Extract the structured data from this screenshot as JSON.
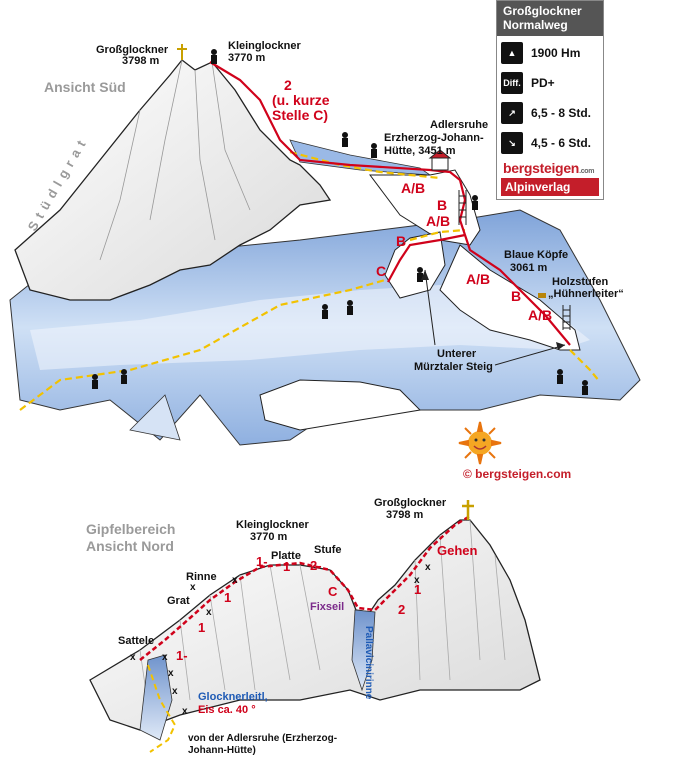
{
  "colors": {
    "route": "#d0021b",
    "path": "#f2c200",
    "ice": "#a9c3e8",
    "rock": "#f2f2f2",
    "outline": "#222"
  },
  "infobox": {
    "title_line1": "Großglockner",
    "title_line2": "Normalweg",
    "rows": [
      {
        "icon": "elevation-icon",
        "icon_text": "",
        "value": "1900 Hm"
      },
      {
        "icon": "difficulty-icon",
        "icon_text": "Diff.",
        "value": "PD+"
      },
      {
        "icon": "ascent-time-icon",
        "icon_text": "",
        "value": "6,5 - 8 Std."
      },
      {
        "icon": "descent-time-icon",
        "icon_text": "",
        "value": "4,5 - 6 Std."
      }
    ],
    "logo_bergsteigen": "bergsteigen",
    "logo_bergsteigen_suffix": ".com",
    "logo_alpinverlag": "Alpinverlag"
  },
  "south": {
    "view_title": "Ansicht Süd",
    "ridge_label": "S t ü d l g r a t",
    "grossglockner": {
      "name": "Großglockner",
      "alt": "3798 m"
    },
    "kleinglockner": {
      "name": "Kleinglockner",
      "alt": "3770 m"
    },
    "grade_top": {
      "line1": "2",
      "line2": "(u. kurze",
      "line3": "Stelle C)"
    },
    "hut": {
      "line1": "Adlersruhe",
      "line2": "Erzherzog-Johann-",
      "line3": "Hütte, 3451 m"
    },
    "blaue_koepfe": {
      "name": "Blaue Köpfe",
      "alt": "3061 m"
    },
    "holzstufen": {
      "line1": "Holzstufen",
      "line2": "„Hühnerleiter“"
    },
    "steig": {
      "line1": "Unterer",
      "line2": "Mürztaler Steig"
    },
    "grades": [
      "A/B",
      "B",
      "A/B",
      "B",
      "C",
      "A/B",
      "B",
      "A/B"
    ],
    "copyright": "© bergsteigen.com"
  },
  "north": {
    "view_title_line1": "Gipfelbereich",
    "view_title_line2": "Ansicht Nord",
    "kleinglockner": {
      "name": "Kleinglockner",
      "alt": "3770 m"
    },
    "grossglockner": {
      "name": "Großglockner",
      "alt": "3798 m"
    },
    "features": {
      "sattele": "Sattele",
      "grat": "Grat",
      "rinne": "Rinne",
      "platte": "Platte",
      "stufe": "Stufe",
      "fixseil": "Fixseil",
      "pallavicini": "Pallavicinirinne"
    },
    "grades": [
      "1-",
      "1",
      "1",
      "1-",
      "1",
      "2-",
      "C",
      "2",
      "1",
      "Gehen"
    ],
    "glocknerleitl": {
      "line1": "Glocknerleitl,",
      "line2": "Eis ca. 40 °"
    },
    "from": {
      "line1": "von der Adlersruhe (Erzherzog-",
      "line2": "Johann-Hütte)"
    }
  }
}
